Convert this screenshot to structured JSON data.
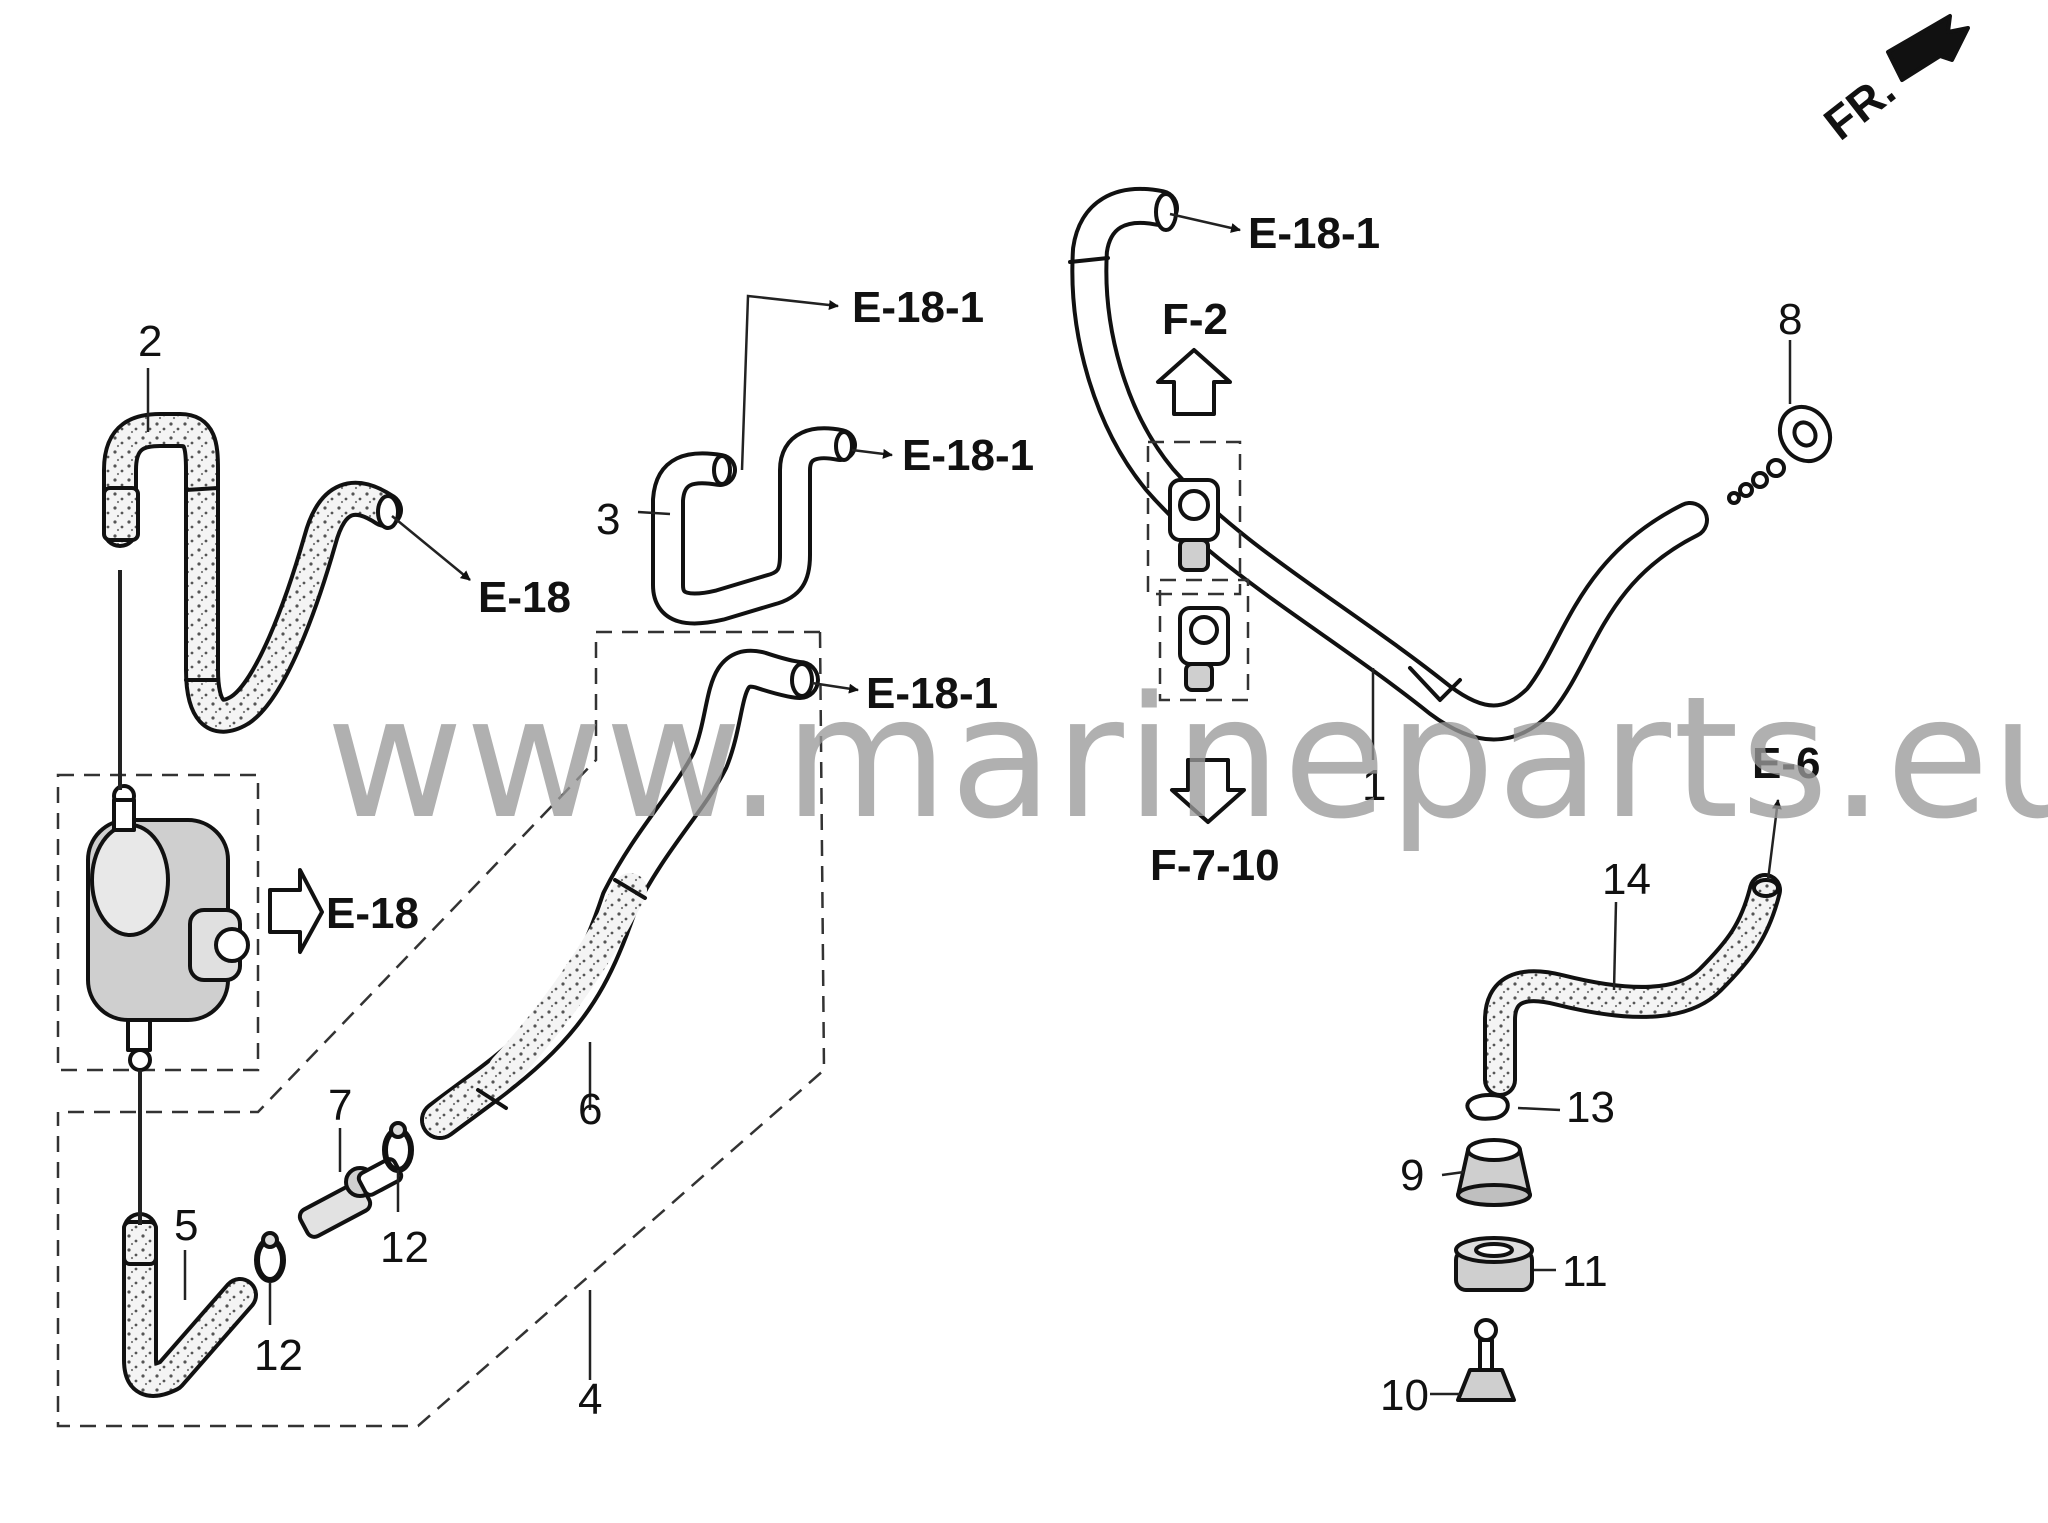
{
  "colors": {
    "line": "#111111",
    "hose_fill": "#f2f2f2",
    "hose_speckle": "#d9d9d9",
    "watermark": "#9a9a9a"
  },
  "direction_label": "FR.",
  "watermark": "www.marineparts.eu",
  "part_numbers": {
    "p1": "1",
    "p2": "2",
    "p3": "3",
    "p4": "4",
    "p5": "5",
    "p6": "6",
    "p7": "7",
    "p8": "8",
    "p9": "9",
    "p10": "10",
    "p11": "11",
    "p12a": "12",
    "p12b": "12",
    "p13": "13",
    "p14": "14"
  },
  "references": {
    "e18_1_top": "E-18-1",
    "e18_1_mid": "E-18-1",
    "e18_1_hose3": "E-18-1",
    "e18_1_hose6": "E-18-1",
    "e18_upper": "E-18",
    "e18_pump": "E-18",
    "f2": "F-2",
    "f7_10": "F-7-10",
    "e6": "E-6"
  },
  "icons": [
    "direction-arrow-icon",
    "fuel-pump-icon",
    "hose-clamp-icon",
    "joint-fitting-icon",
    "washer-icon",
    "grommet-icon",
    "valve-icon",
    "clip-icon",
    "hollow-arrow-icon"
  ]
}
